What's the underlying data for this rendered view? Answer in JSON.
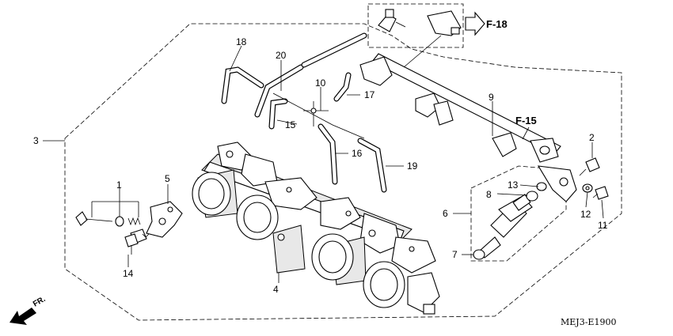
{
  "diagram": {
    "part_labels": [
      "1",
      "2",
      "3",
      "4",
      "5",
      "6",
      "7",
      "8",
      "9",
      "10",
      "11",
      "12",
      "13",
      "14",
      "15",
      "16",
      "17",
      "18",
      "19",
      "20"
    ],
    "ref_f18": "F-18",
    "ref_f15": "F-15",
    "direction_label": "FR.",
    "diagram_code": "MEJ3-E1900"
  }
}
